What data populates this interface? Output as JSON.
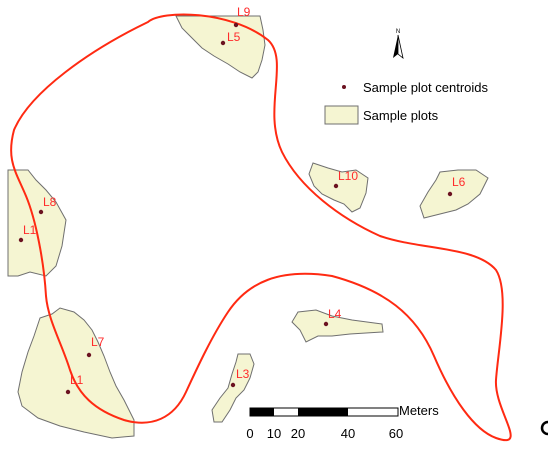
{
  "legend": {
    "centroids_label": "Sample plot centroids",
    "plots_label": "Sample plots"
  },
  "north_arrow": {
    "letter": "N",
    "icon": "north-arrow-icon"
  },
  "scale_bar": {
    "unit_label": "Meters",
    "ticks": [
      "0",
      "10",
      "20",
      "40",
      "60"
    ]
  },
  "plots": [
    {
      "id": "L9",
      "label": "L9"
    },
    {
      "id": "L5",
      "label": "L5"
    },
    {
      "id": "L10",
      "label": "L10"
    },
    {
      "id": "L6",
      "label": "L6"
    },
    {
      "id": "L8",
      "label": "L8"
    },
    {
      "id": "L1-upper",
      "label": "L1"
    },
    {
      "id": "L4",
      "label": "L4"
    },
    {
      "id": "L7",
      "label": "L7"
    },
    {
      "id": "L1-lower",
      "label": "L1"
    },
    {
      "id": "L3",
      "label": "L3"
    }
  ],
  "colors": {
    "boundary": "#ff2a12",
    "plot_fill": "#f5f5d2",
    "plot_outline": "#6f6f6f",
    "centroid": "#6b1220",
    "label": "#ff2b2b"
  }
}
